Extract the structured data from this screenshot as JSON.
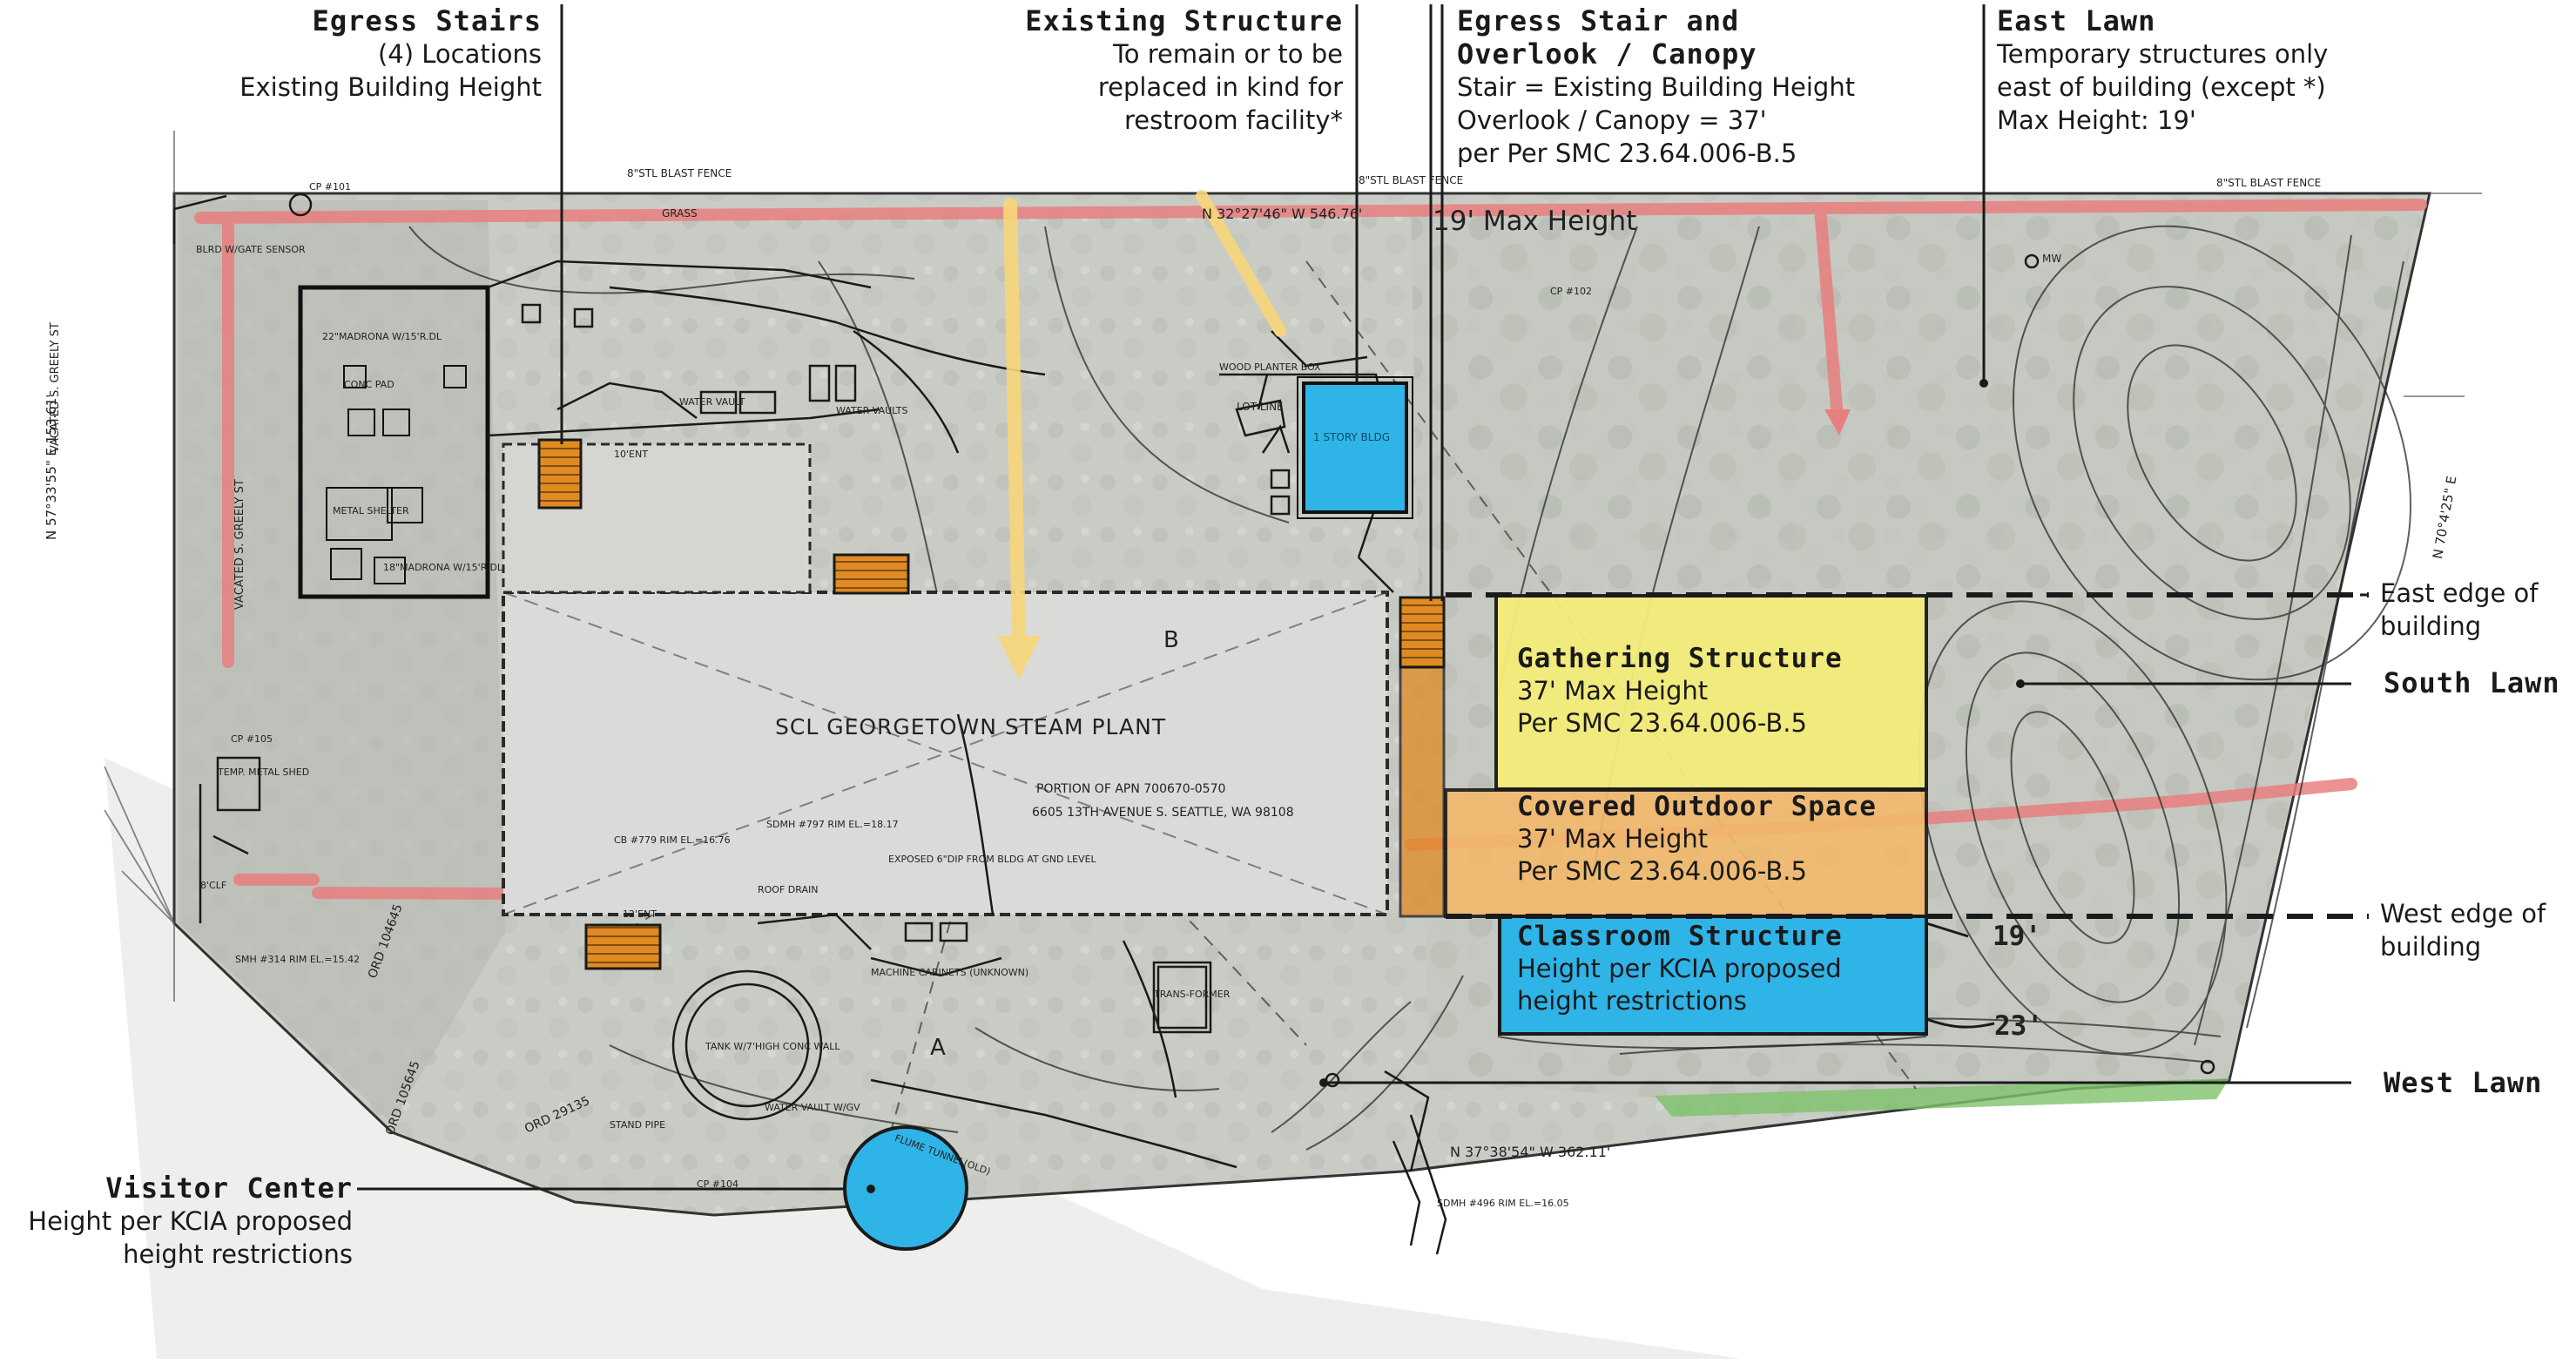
{
  "callouts": {
    "egress_stairs": {
      "title": "Egress Stairs",
      "lines": [
        "(4) Locations",
        "Existing Building Height"
      ]
    },
    "existing_structure": {
      "title": "Existing Structure",
      "lines": [
        "To remain or to be",
        "replaced in kind for",
        "restroom facility*"
      ]
    },
    "egress_stair_overlook": {
      "title_lines": [
        "Egress Stair and",
        "Overlook / Canopy"
      ],
      "lines": [
        "Stair = Existing Building Height",
        "Overlook / Canopy = 37'",
        "per Per SMC 23.64.006-B.5"
      ]
    },
    "east_lawn": {
      "title": "East Lawn",
      "lines": [
        "Temporary structures only",
        "east of building (except *)",
        "Max Height: 19'"
      ]
    },
    "east_edge": {
      "lines": [
        "East edge of",
        "building"
      ]
    },
    "south_lawn": {
      "title": "South Lawn"
    },
    "west_edge": {
      "lines": [
        "West edge of",
        "building"
      ]
    },
    "west_lawn": {
      "title": "West Lawn"
    },
    "visitor_center": {
      "title": "Visitor Center",
      "lines": [
        "Height per KCIA proposed",
        "height restrictions"
      ]
    }
  },
  "zones": {
    "gathering": {
      "title": "Gathering Structure",
      "lines": [
        "37' Max Height",
        "Per SMC 23.64.006-B.5"
      ]
    },
    "covered": {
      "title": "Covered Outdoor Space",
      "lines": [
        "37' Max Height",
        "Per SMC 23.64.006-B.5"
      ]
    },
    "classroom": {
      "title": "Classroom Structure",
      "lines": [
        "Height per KCIA proposed",
        "height restrictions"
      ]
    }
  },
  "site_labels": {
    "max_height": "19' Max Height",
    "height_19": "19'",
    "height_23": "23'",
    "plant_name": "SCL GEORGETOWN STEAM PLANT",
    "building_letter": "B",
    "area_letter": "A",
    "apn": "PORTION OF APN 700670-0570",
    "address": "6605 13TH AVENUE S. SEATTLE, WA 98108",
    "bearing_north": "N 32°27'46\" W 546.76'",
    "bearing_south": "N 37°38'54\" W 362.11'",
    "bearing_west": "N 57°33'55\" E 153.61'",
    "bearing_east": "N 70°4'25\" E",
    "street_1": "VACATED S. GREELY ST",
    "street_2": "VACATED S. GREELY ST",
    "one_story": "1 STORY BLDG",
    "tank": "TANK W/7'HIGH CONC WALL",
    "transformer": "TRANS-FORMER",
    "machine": "MACHINE CABINETS (UNKNOWN)",
    "blast_fence_1": "8\"STL BLAST FENCE",
    "blast_fence_2": "8\"STL BLAST FENCE",
    "blast_fence_3": "8\"STL BLAST FENCE",
    "metal_shelter": "METAL SHELTER",
    "conc_pad": "CONC PAD",
    "madrona_1": "22\"MADRONA W/15'R.DL",
    "madrona_2": "18\"MADRONA W/15'R.DL",
    "water_vault": "WATER VAULT",
    "water_vaults": "WATER VAULTS",
    "wood_planter": "WOOD PLANTER BOX",
    "ent_10": "10'ENT",
    "ent_12": "12'ENT",
    "roof_drain": "ROOF DRAIN",
    "cb_note": "CB #779 RIM EL.=16.76",
    "sdmh_note": "SDMH #797 RIM EL.=18.17",
    "exposed_note": "EXPOSED 6\"DIP FROM BLDG AT GND LEVEL",
    "sdmh_496": "SDMH #496 RIM EL.=16.05",
    "sdmh_314": "SMH #314 RIM EL.=15.42",
    "cp_101": "CP #101",
    "cp_102": "CP #102",
    "cp_104": "CP #104",
    "cp_105": "CP #105",
    "gate_sensor": "BLRD W/GATE SENSOR",
    "temp_shed": "TEMP. METAL SHED",
    "grass": "GRASS",
    "lot_line": "LOT LINE",
    "ord_1": "ORD 104645",
    "ord_2": "ORD 29135",
    "ord_3": "ORD 105645",
    "fence_clf": "8'CLF",
    "flume": "FLUME TUNNEL(OLD)",
    "stand_pipe": "STAND PIPE",
    "water_vault_gv": "WATER VAULT W/GV",
    "mw": "MW"
  },
  "colors": {
    "yellow_zone": "#f4ec7a",
    "orange_zone": "#f2b96c",
    "blue_zone": "#2fb4e8",
    "stair_orange": "#e08a22",
    "path_red": "#e87f7f",
    "arrow_yellow": "#f7d679",
    "lawn_green": "#7ec26a",
    "ground": "#cfd2cc",
    "building": "#dadbd8"
  }
}
